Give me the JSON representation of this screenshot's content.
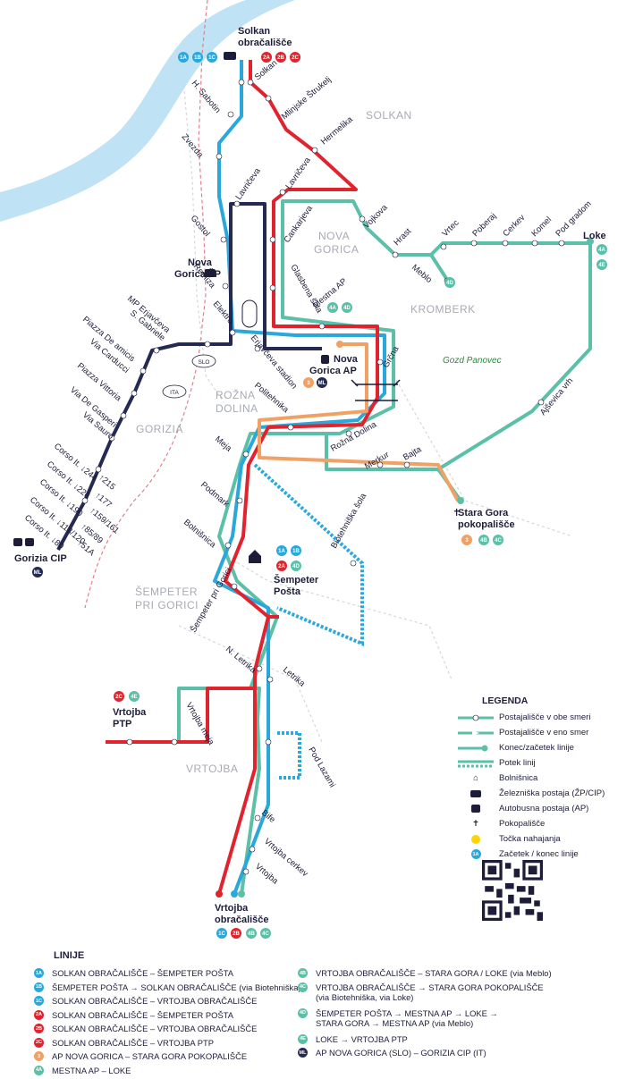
{
  "colors": {
    "blue": "#2aa8dc",
    "red": "#e1232e",
    "teal": "#5cbfa8",
    "navy": "#252a52",
    "orange": "#f0a266",
    "water": "#bfe3f5",
    "border": "#e37f8c"
  },
  "areas": [
    "SOLKAN",
    "NOVA",
    "GORICA",
    "KROMBERK",
    "ROŽNA",
    "DOLINA",
    "GORIZIA",
    "ŠEMPETER",
    "PRI GORICI",
    "VRTOJBA"
  ],
  "forest": "Gozd Panovec",
  "border_labels": {
    "slo": "SLO",
    "ita": "ITA"
  },
  "terminals": {
    "solkan": {
      "name1": "Solkan",
      "name2": "obračališče",
      "badges": [
        "1A",
        "1B",
        "1C",
        "2A",
        "2B",
        "2C"
      ]
    },
    "nova_gorica_zp": {
      "name1": "Nova",
      "name2": "Gorica ŽP"
    },
    "nova_gorica_ap": {
      "name1": "Nova",
      "name2": "Gorica AP",
      "badges": [
        "3",
        "ML"
      ]
    },
    "loke": {
      "name1": "Loke",
      "badges": [
        "4A",
        "4E"
      ]
    },
    "stara_gora": {
      "name1": "Stara Gora",
      "name2": "pokopališče",
      "badges": [
        "3",
        "4B",
        "4C"
      ]
    },
    "sempeter": {
      "name1": "Šempeter",
      "name2": "Pošta",
      "badges": [
        "1A",
        "1B",
        "2A",
        "4D"
      ]
    },
    "vrtojba_ptp": {
      "name1": "Vrtojba",
      "name2": "PTP",
      "badges": [
        "2C",
        "4E"
      ]
    },
    "vrtojba_obr": {
      "name1": "Vrtojba",
      "name2": "obračališče",
      "badges": [
        "1C",
        "2B",
        "4B",
        "4C"
      ]
    },
    "gorizia": {
      "name1": "Gorizia CIP",
      "badges": [
        "ML"
      ]
    },
    "meblo": {
      "badges": [
        "4D"
      ]
    },
    "mestna": {
      "badges": [
        "4A",
        "4D"
      ]
    }
  },
  "stops": [
    "Solkan",
    "H. Sabotin",
    "Mlinjske Štrukelj",
    "Hermelika",
    "Zvezda",
    "Lavričeva",
    "Lavričeva",
    "Vojkova",
    "Hrast",
    "Vrtec",
    "Poberaj",
    "Cerkev",
    "Komel",
    "Pod gradom",
    "Meblo",
    "Gostol",
    "Cankarjeva",
    "Glasbena šola",
    "Remiza",
    "Mestna AP",
    "Elektro",
    "Erjavčeva stadion",
    "Grčna",
    "MP Erjavčeva",
    "S. Gabriele",
    "Piazza De amicis",
    "Via Carducci",
    "Piazza Vittoria",
    "Via De Gasperi",
    "Via Sauro",
    "Politehnika",
    "Rožna Dolina",
    "Merkur",
    "Bajta",
    "Ajševica vrh",
    "Meja",
    "Podmark",
    "Biotehniška šola",
    "Bolnišnica",
    "Šempeter pri Gorici",
    "N. Letrika",
    "Letrika",
    "Vrtojba meja",
    "Pod Lazami",
    "Bife",
    "Vrtojba cerkev",
    "Vrtojba"
  ],
  "corso": [
    "Corso It. ↓244",
    "Corso It. ↓226",
    "Corso It. ↓190",
    "Corso It. ↓118/120",
    "Corso It. ↓80"
  ],
  "corso_up": [
    "↑215",
    "↑177",
    "↑159/161",
    "↑85/89",
    "↑51A"
  ],
  "legend": {
    "title": "LEGENDA",
    "items": [
      "Postajališče v obe smeri",
      "Postajališče v eno smer",
      "Konec/začetek linije",
      "Potek linij",
      "Bolnišnica",
      "Železniška postaja (ŽP/CIP)",
      "Autobusna postaja (AP)",
      "Pokopališče",
      "Točka nahajanja",
      "Začetek / konec linije"
    ],
    "badge": "1A"
  },
  "lines_title": "LINIJE",
  "lines": [
    {
      "code": "1A",
      "color": "#2aa8dc",
      "text": "SOLKAN OBRAČALIŠČE – ŠEMPETER POŠTA"
    },
    {
      "code": "1B",
      "color": "#2aa8dc",
      "text": "ŠEMPETER POŠTA → SOLKAN OBRAČALIŠČE (via Biotehniška)"
    },
    {
      "code": "1C",
      "color": "#2aa8dc",
      "text": "SOLKAN OBRAČALIŠČE – VRTOJBA OBRAČALIŠČE"
    },
    {
      "code": "2A",
      "color": "#e1232e",
      "text": "SOLKAN OBRAČALIŠČE – ŠEMPETER POŠTA"
    },
    {
      "code": "2B",
      "color": "#e1232e",
      "text": "SOLKAN OBRAČALIŠČE – VRTOJBA OBRAČALIŠČE"
    },
    {
      "code": "2C",
      "color": "#e1232e",
      "text": "SOLKAN OBRAČALIŠČE – VRTOJBA PTP"
    },
    {
      "code": "3",
      "color": "#f0a266",
      "text": "AP NOVA GORICA – STARA GORA POKOPALIŠČE"
    },
    {
      "code": "4A",
      "color": "#5cbfa8",
      "text": "MESTNA AP – LOKE"
    }
  ],
  "lines2": [
    {
      "code": "4B",
      "color": "#5cbfa8",
      "text": "VRTOJBA OBRAČALIŠČE – STARA GORA / LOKE (via Meblo)",
      "text2": ""
    },
    {
      "code": "4C",
      "color": "#5cbfa8",
      "text": "VRTOJBA OBRAČALIŠČE → STARA GORA POKOPALIŠČE",
      "text2": "(via Biotehniška, via Loke)"
    },
    {
      "code": "4D",
      "color": "#5cbfa8",
      "text": "ŠEMPETER POŠTA → MESTNA AP → LOKE →",
      "text2": "STARA GORA → MESTNA AP (via Meblo)"
    },
    {
      "code": "4E",
      "color": "#5cbfa8",
      "text": "LOKE → VRTOJBA PTP",
      "text2": ""
    },
    {
      "code": "ML",
      "color": "#252a52",
      "text": "AP NOVA GORICA (SLO) – GORIZIA CIP (IT)",
      "text2": ""
    }
  ]
}
